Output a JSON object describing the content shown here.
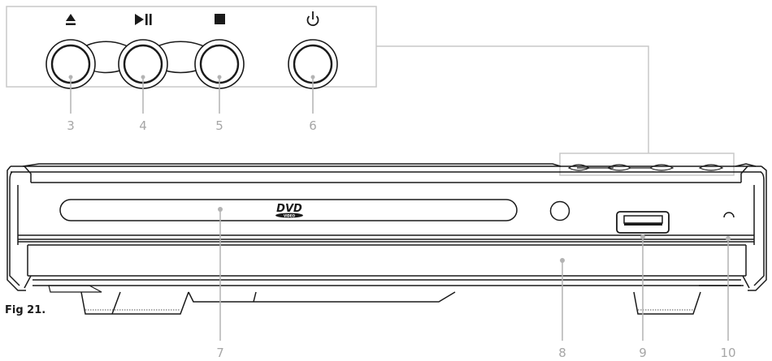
{
  "figure_caption": "Fig 21.",
  "logo_text": "DVD",
  "logo_subtext": "VIDEO",
  "buttons": [
    {
      "symbol": "▲",
      "icon": "eject-icon",
      "callout": "3"
    },
    {
      "symbol": "▶II",
      "icon": "play-pause-icon",
      "callout": "4"
    },
    {
      "symbol": "■",
      "icon": "stop-icon",
      "callout": "5"
    },
    {
      "symbol": "⏻",
      "icon": "power-icon",
      "callout": "6"
    }
  ],
  "front_callouts": [
    {
      "label": "7",
      "icon": "disc-tray-slot"
    },
    {
      "label": "8",
      "icon": "remote-sensor-icon"
    },
    {
      "label": "9",
      "icon": "usb-port-icon"
    },
    {
      "label": "10",
      "icon": "standby-indicator-icon"
    }
  ],
  "colors": {
    "line": "#1a1a1a",
    "callout": "#a6a6a6",
    "leader": "#b3b3b3"
  }
}
